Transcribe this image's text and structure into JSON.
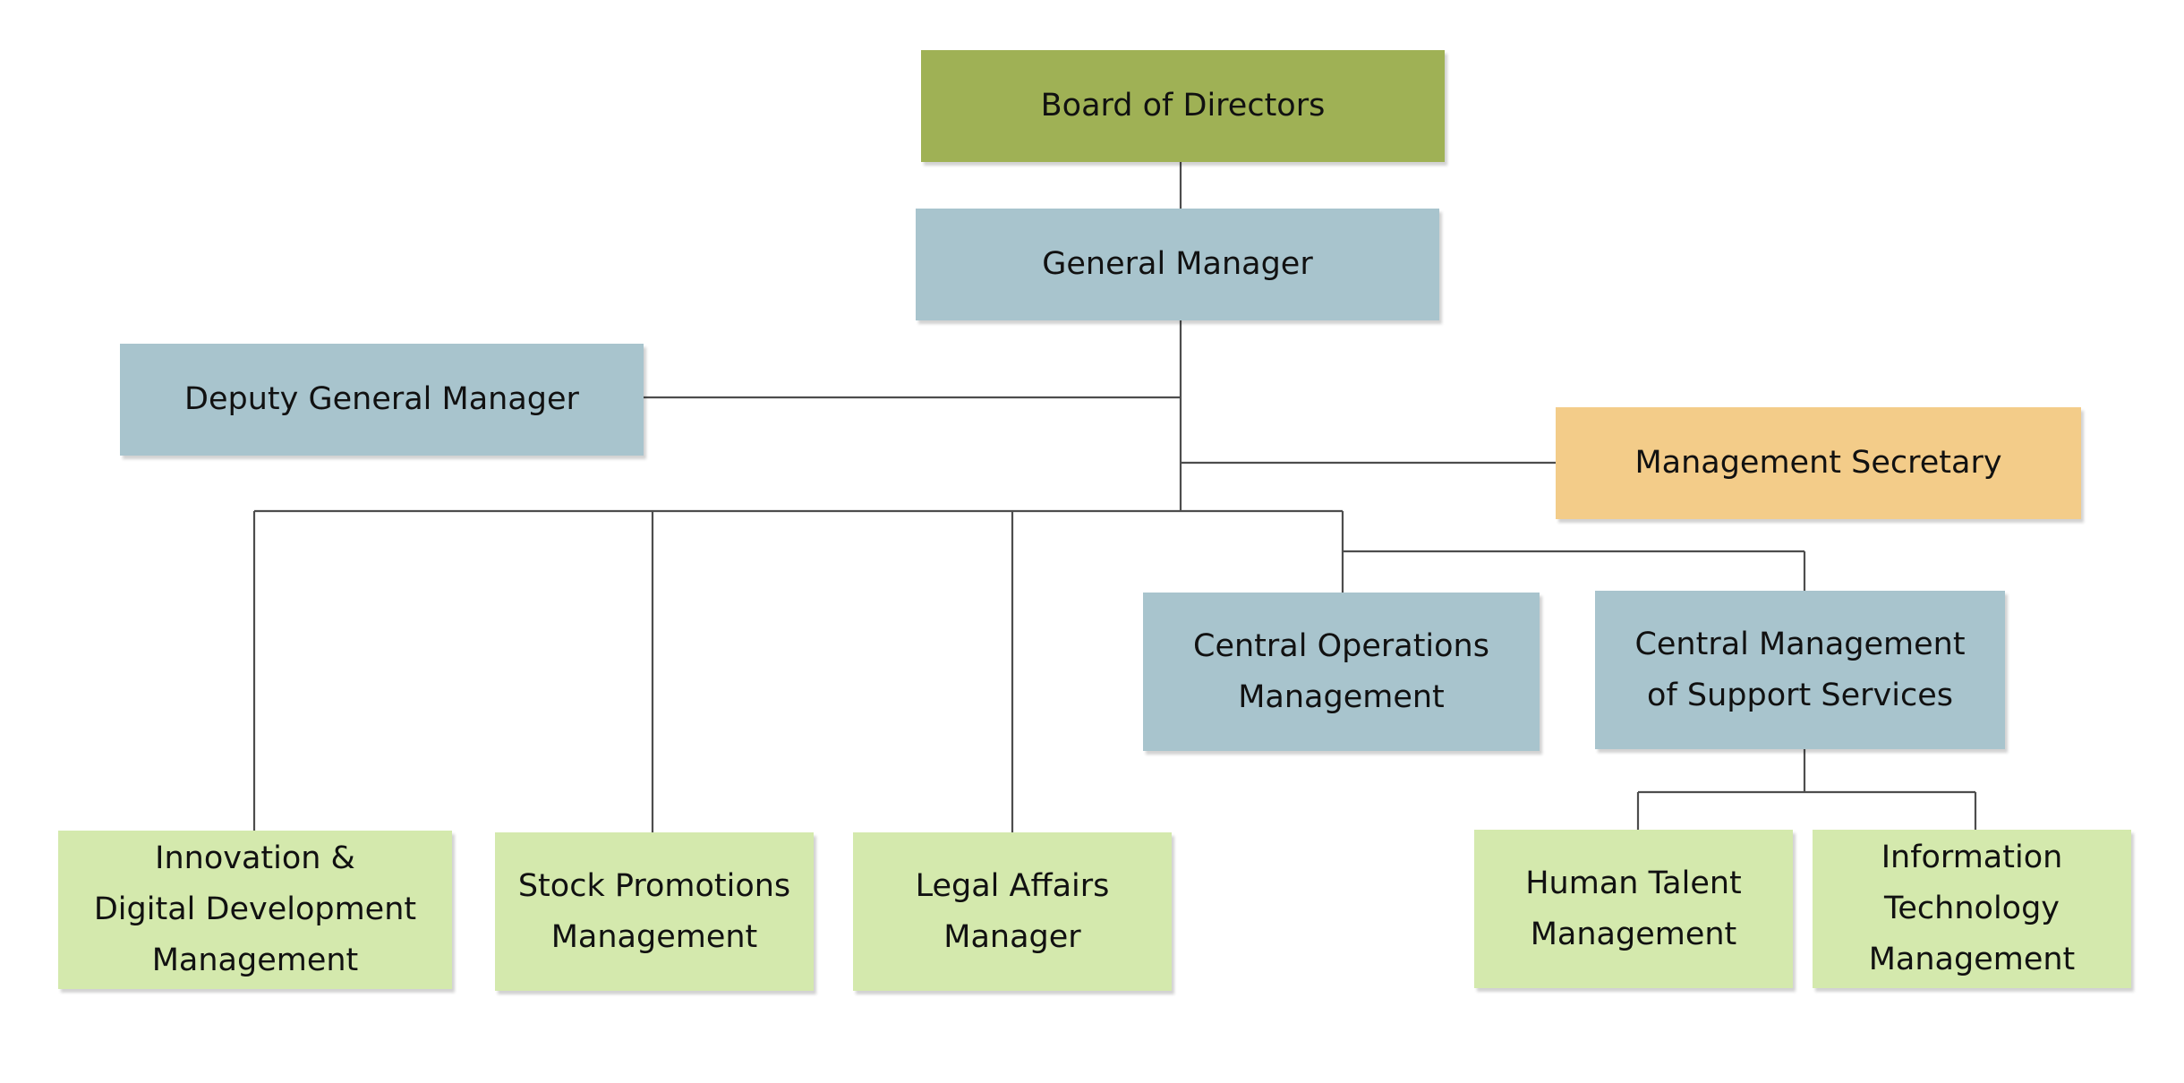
{
  "org_chart": {
    "board": {
      "label": "Board of Directors",
      "color": "#9fb155"
    },
    "general_manager": {
      "label": "General Manager",
      "color": "#a8c4cd"
    },
    "deputy_general_manager": {
      "label": "Deputy General Manager",
      "color": "#a8c4cd"
    },
    "management_secretary": {
      "label": "Management Secretary",
      "color": "#f3cc89"
    },
    "central_operations": {
      "label": "Central Operations\nManagement",
      "color": "#a8c4cd"
    },
    "central_support": {
      "label": "Central Management\nof Support Services",
      "color": "#a8c4cd"
    },
    "innovation": {
      "label": "Innovation &\nDigital Development\nManagement",
      "color": "#d4e9ad"
    },
    "stock_promotions": {
      "label": "Stock Promotions\nManagement",
      "color": "#d4e9ad"
    },
    "legal_affairs": {
      "label": "Legal Affairs\nManager",
      "color": "#d4e9ad"
    },
    "human_talent": {
      "label": "Human Talent\nManagement",
      "color": "#d4e9ad"
    },
    "information_technology": {
      "label": "Information\nTechnology\nManagement",
      "color": "#d4e9ad"
    },
    "connector_color": "#4d4d4d"
  }
}
